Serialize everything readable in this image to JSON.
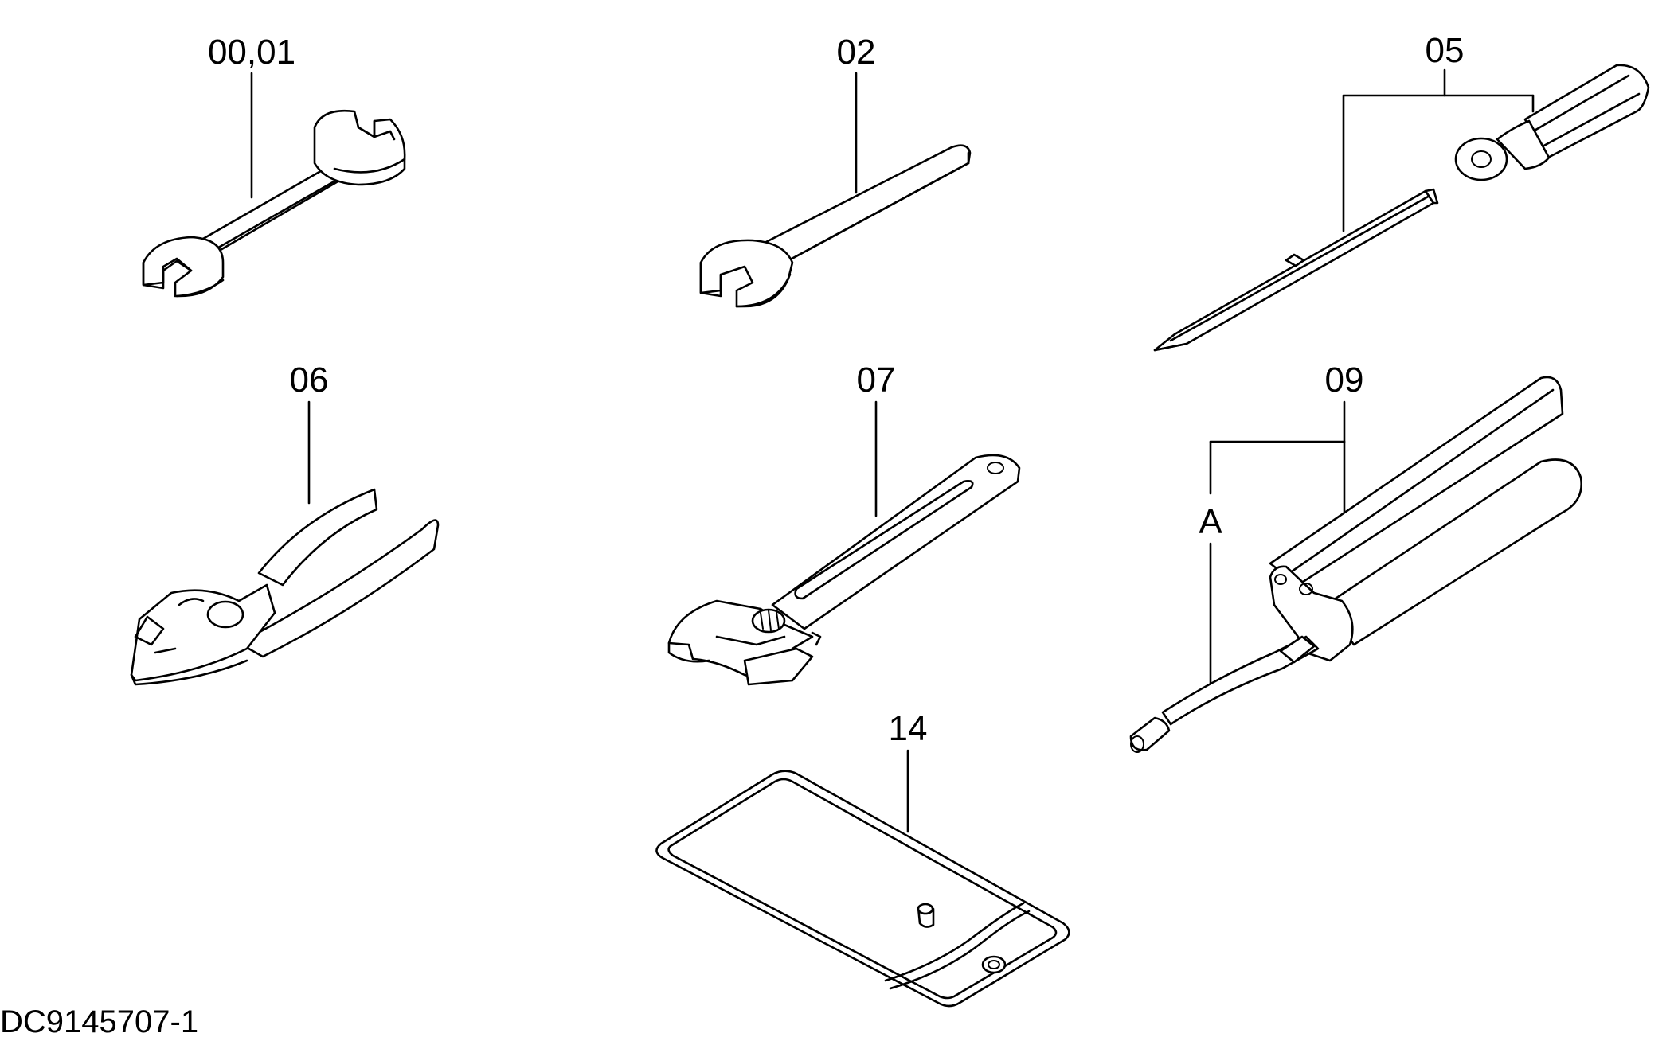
{
  "callouts": {
    "c0001": "00,01",
    "c02": "02",
    "c05": "05",
    "c06": "06",
    "c07": "07",
    "c09": "09",
    "c14": "14",
    "subA": "A"
  },
  "drawing_code": "DC9145707-1",
  "parts": [
    {
      "callout": "00,01",
      "icon": "double-open-end-wrench-icon"
    },
    {
      "callout": "02",
      "icon": "single-open-end-wrench-icon"
    },
    {
      "callout": "05",
      "icon": "screwdriver-icon"
    },
    {
      "callout": "06",
      "icon": "pliers-icon"
    },
    {
      "callout": "07",
      "icon": "adjustable-wrench-icon"
    },
    {
      "callout": "09",
      "icon": "grease-gun-icon"
    },
    {
      "callout": "14",
      "icon": "tool-bag-icon"
    }
  ],
  "colors": {
    "line": "#000000",
    "background": "#ffffff"
  }
}
